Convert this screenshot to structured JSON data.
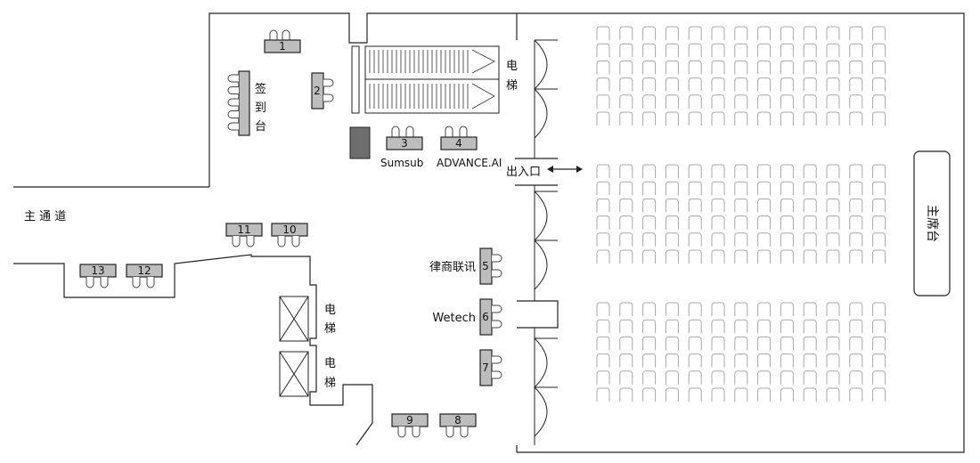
{
  "labels": {
    "main_corridor": "主 通 道",
    "checkin": [
      "签",
      "到",
      "台"
    ],
    "elevator_top": [
      "电",
      "梯"
    ],
    "elevator_1": [
      "电",
      "梯"
    ],
    "elevator_2": [
      "电",
      "梯"
    ],
    "entrance": "出入口",
    "main_stage": "主席台"
  },
  "booths": [
    {
      "id": "1",
      "sponsor": ""
    },
    {
      "id": "2",
      "sponsor": ""
    },
    {
      "id": "3",
      "sponsor": "Sumsub"
    },
    {
      "id": "4",
      "sponsor": "ADVANCE.AI"
    },
    {
      "id": "5",
      "sponsor": "律商联讯"
    },
    {
      "id": "6",
      "sponsor": "Wetech"
    },
    {
      "id": "7",
      "sponsor": ""
    },
    {
      "id": "8",
      "sponsor": ""
    },
    {
      "id": "9",
      "sponsor": ""
    },
    {
      "id": "10",
      "sponsor": ""
    },
    {
      "id": "11",
      "sponsor": ""
    },
    {
      "id": "12",
      "sponsor": ""
    },
    {
      "id": "13",
      "sponsor": ""
    }
  ],
  "seating": {
    "columns": 13,
    "blocks": [
      {
        "name": "front",
        "rows": 6
      },
      {
        "name": "middle",
        "rows": 6
      },
      {
        "name": "back",
        "rows": 6
      }
    ]
  },
  "colors": {
    "booth": "#bdbdbd",
    "seat_outline": "#a8a8a8",
    "wall": "#222222",
    "dark_block": "#6e6e6e"
  }
}
